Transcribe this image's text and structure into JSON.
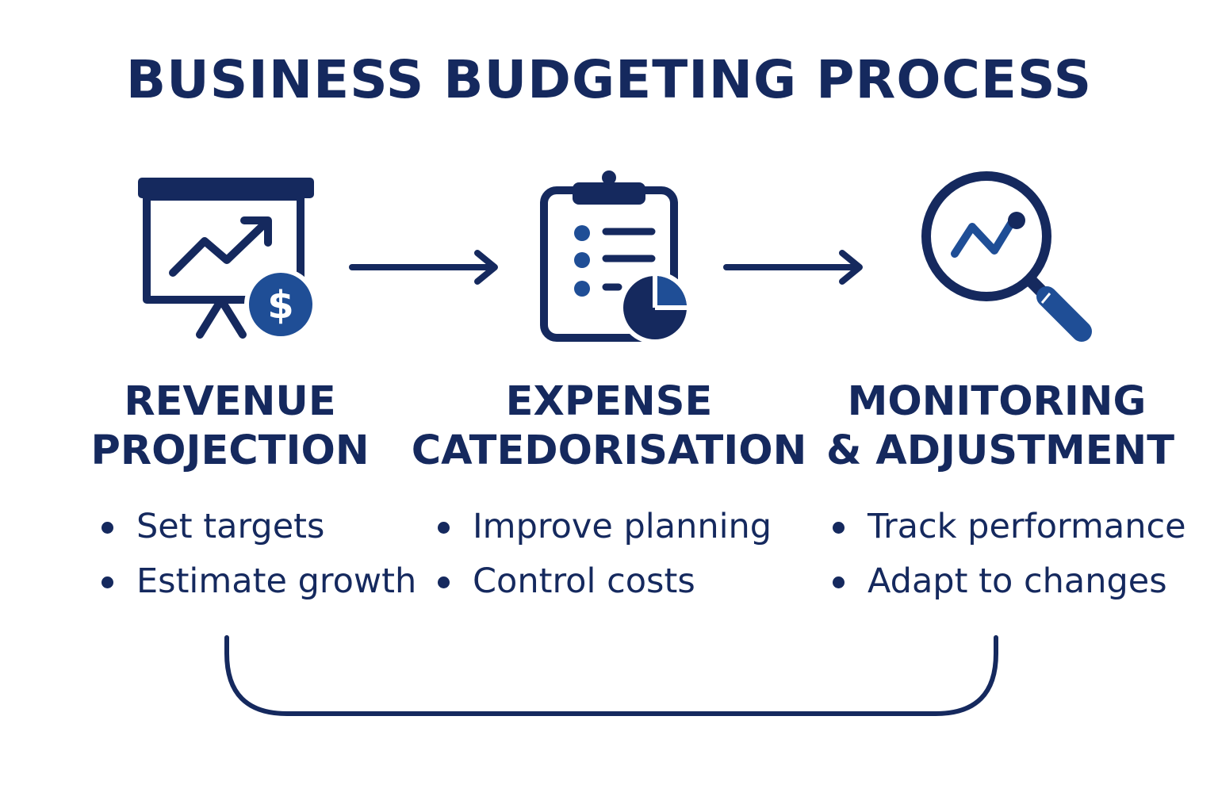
{
  "title": "BUSINESS BUDGETING PROCESS",
  "colors": {
    "navy": "#15295e",
    "accent_blue": "#1f4e96",
    "background": "#ffffff"
  },
  "steps": [
    {
      "icon": "presentation-board-chart-dollar-icon",
      "title_line1": "REVENUE",
      "title_line2": "PROJECTION",
      "bullets": [
        "Set targets",
        "Estimate growth"
      ]
    },
    {
      "icon": "clipboard-checklist-pie-chart-icon",
      "title_line1": "EXPENSE",
      "title_line2": "CATEDORISATION",
      "bullets": [
        "Improve planning",
        "Control costs"
      ]
    },
    {
      "icon": "magnifying-glass-trend-icon",
      "title_line1": "MONITORING",
      "title_line2": "& ADJUSTMENT",
      "bullets": [
        "Track performance",
        "Adapt to changes"
      ]
    }
  ],
  "connectors": [
    "arrow-right-icon",
    "arrow-right-icon",
    "feedback-loop-bracket"
  ]
}
